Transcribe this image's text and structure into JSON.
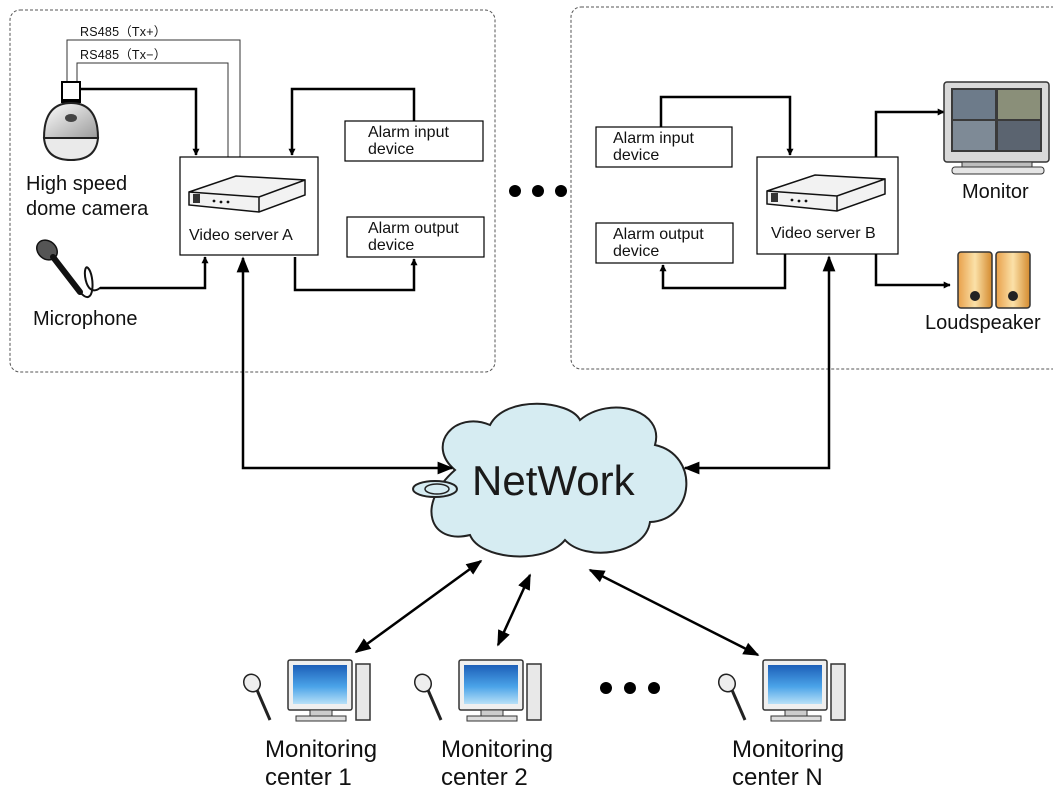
{
  "rs485_plus": "RS485（Tx+）",
  "rs485_minus": "RS485（Tx−）",
  "camera": {
    "line1": "High speed",
    "line2": "dome camera"
  },
  "microphone": "Microphone",
  "server_a": "Video server A",
  "server_b": "Video server B",
  "alarm_input_a": {
    "line1": "Alarm input",
    "line2": "device"
  },
  "alarm_output_a": {
    "line1": "Alarm output",
    "line2": "device"
  },
  "alarm_input_b": {
    "line1": "Alarm input",
    "line2": "device"
  },
  "alarm_output_b": {
    "line1": "Alarm output",
    "line2": "device"
  },
  "monitor": "Monitor",
  "loudspeaker": "Loudspeaker",
  "network": "NetWork",
  "centers": [
    {
      "line1": "Monitoring",
      "line2": "center 1"
    },
    {
      "line1": "Monitoring",
      "line2": "center 2"
    },
    {
      "line1": "Monitoring",
      "line2": "center N"
    }
  ],
  "colors": {
    "cloud_fill": "#d6ecf2",
    "screen_blue": "#2f86d6",
    "line": "#000000"
  }
}
